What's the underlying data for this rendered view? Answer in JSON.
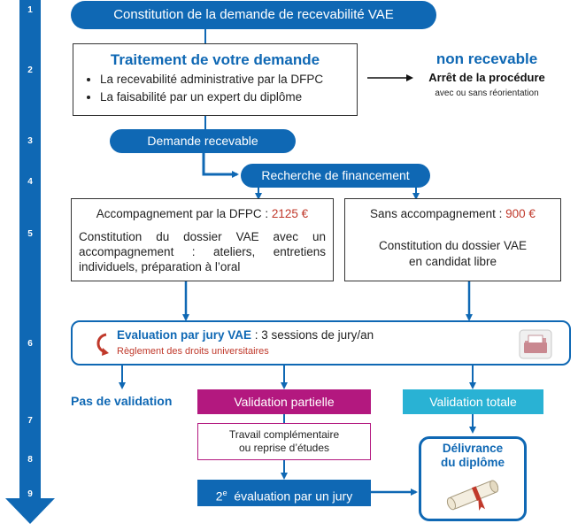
{
  "steps": [
    "1",
    "2",
    "3",
    "4",
    "5",
    "6",
    "7",
    "8",
    "9"
  ],
  "constitution": "Constitution de la demande de recevabilité VAE",
  "traitement": {
    "title": "Traitement de votre demande",
    "items": [
      "La recevabilité administrative par la DFPC",
      "La faisabilité par un expert du diplôme"
    ]
  },
  "non_recevable": {
    "title": "non recevable",
    "subtitle": "Arrêt de la procédure",
    "note": "avec ou sans réorientation"
  },
  "demande_recevable": "Demande recevable",
  "recherche": "Recherche de financement",
  "accompagnement": {
    "title": "Accompagnement par la DFPC : ",
    "price": "2125 €",
    "text": "Constitution du dossier VAE avec un accompagnement : ateliers, entretiens individuels, préparation à l’oral"
  },
  "sans": {
    "title": "Sans accompagnement : ",
    "price": "900 €",
    "line1": "Constitution du dossier VAE",
    "line2": "en candidat libre"
  },
  "evaluation": {
    "title": "Evaluation par jury VAE",
    "rest": " : 3 sessions de jury/an",
    "reglement": "Règlement des droits universitaires"
  },
  "pas_validation": "Pas de validation",
  "validation_partielle": "Validation partielle",
  "validation_totale": "Validation totale",
  "travail": {
    "line1": "Travail complémentaire",
    "line2": "ou reprise d’études"
  },
  "deuxieme": {
    "num": "2",
    "sup": "e",
    "rest": "  évaluation par un jury"
  },
  "delivrance": {
    "line1": "Délivrance",
    "line2": "du diplôme"
  },
  "colors": {
    "blue": "#0f68b4",
    "magenta": "#b3187f",
    "cyan": "#29b2d4",
    "red": "#c0392b"
  }
}
